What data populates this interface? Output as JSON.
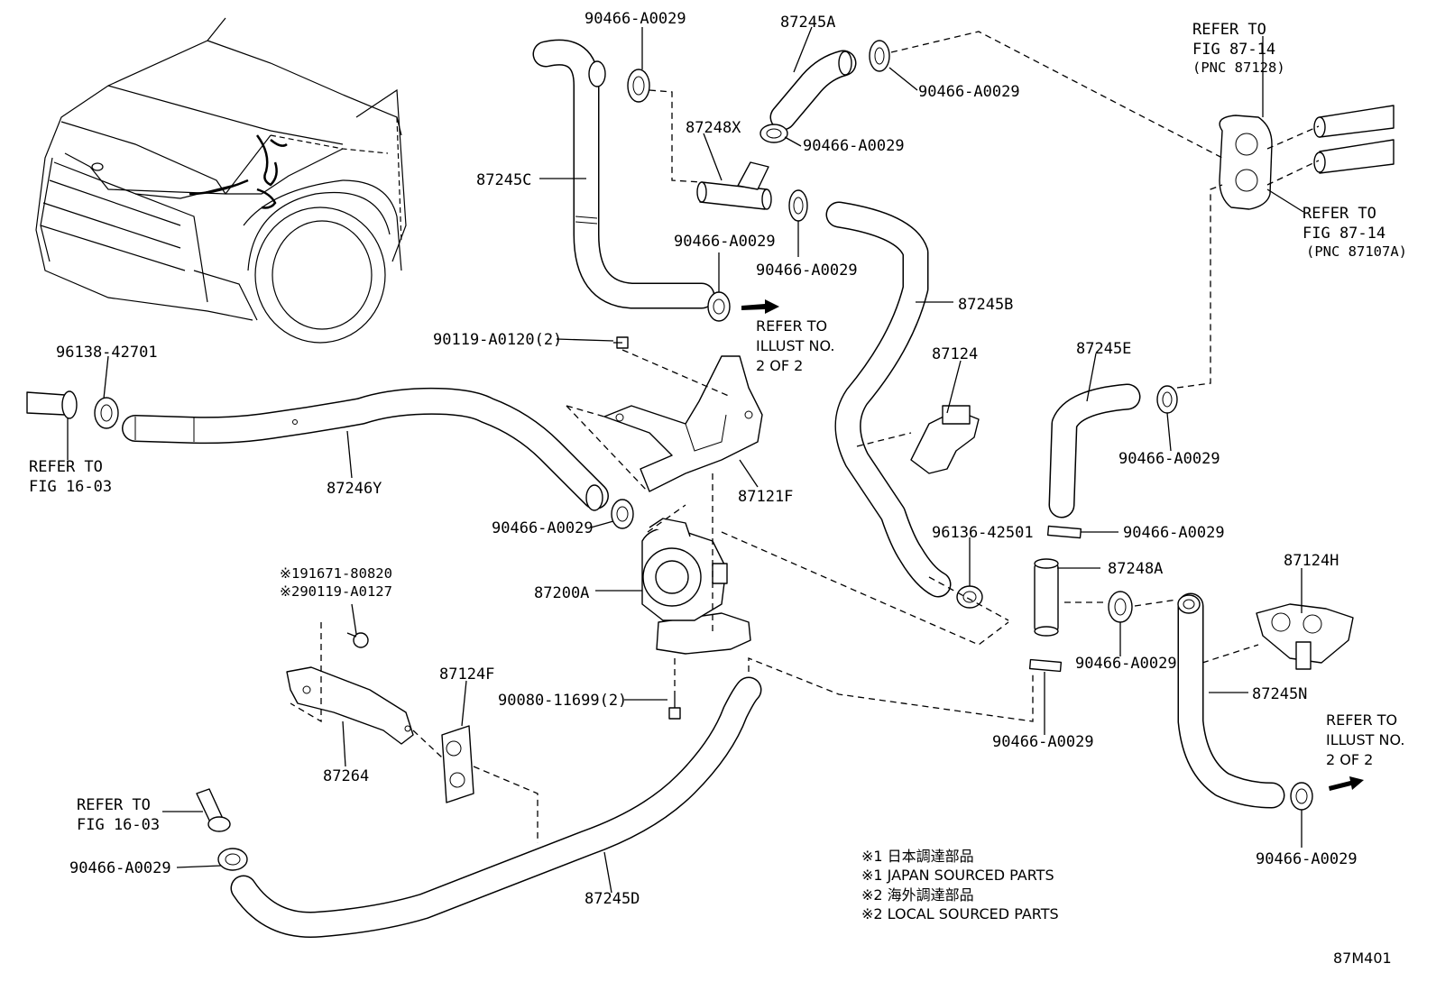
{
  "diagram": {
    "figure_code": "87M401",
    "parts": {
      "p87245A": "87245A",
      "p87245B": "87245B",
      "p87245C": "87245C",
      "p87245D": "87245D",
      "p87245E": "87245E",
      "p87245N": "87245N",
      "p87248X": "87248X",
      "p87248A": "87248A",
      "p87246Y": "87246Y",
      "p87121F": "87121F",
      "p87124": "87124",
      "p87124F": "87124F",
      "p87124H": "87124H",
      "p87200A": "87200A",
      "p87264": "87264",
      "p96138": "96138-42701",
      "p96136": "96136-42501",
      "p90119": "90119-A0120(2)",
      "p90080": "90080-11699(2)",
      "p191671": "※191671-80820",
      "p290119": "※290119-A0127",
      "clamp": "90466-A0029"
    },
    "refs": {
      "refer_to": "REFER TO",
      "fig_16_03": "FIG 16-03",
      "fig_87_14": "FIG 87-14",
      "pnc_87128": "(PNC 87128)",
      "pnc_87107A": "(PNC 87107A)",
      "illust_no": "ILLUST NO.",
      "two_of_two": "2 OF 2"
    },
    "notes": [
      "※1 日本調達部品",
      "※1 JAPAN SOURCED PARTS",
      "※2 海外調達部品",
      "※2 LOCAL SOURCED PARTS"
    ]
  }
}
